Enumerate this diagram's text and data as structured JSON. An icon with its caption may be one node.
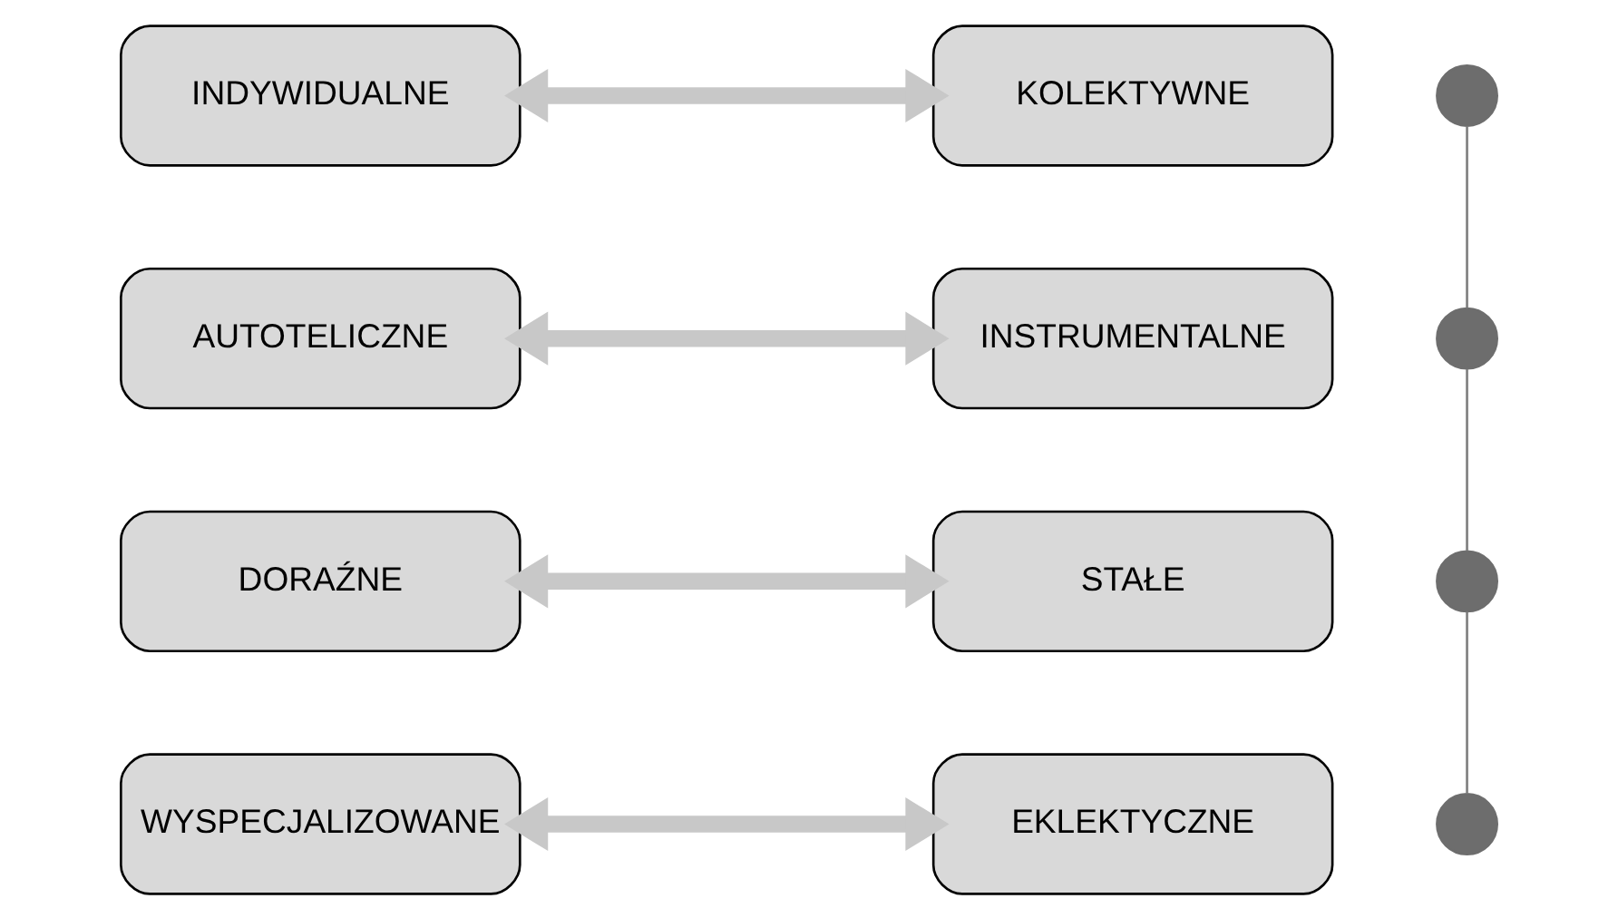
{
  "diagram": {
    "nodes": [
      {
        "text": [
          "INDYWIDUALNE"
        ]
      },
      {
        "text": [
          "KOLEKTYWNE"
        ]
      },
      {
        "text": [
          "AUTOTELICZNE"
        ]
      },
      {
        "text": [
          "INSTRUMENTALNE"
        ]
      },
      {
        "text": [
          "DORAŹNE"
        ]
      },
      {
        "text": [
          "STAŁE"
        ]
      },
      {
        "text": [
          "WYSPECJALIZOWANE"
        ]
      },
      {
        "text": [
          "EKLEKTYCZNE"
        ]
      },
      {
        "text": [],
        "shape": "circle"
      },
      {
        "text": [],
        "shape": "circle"
      },
      {
        "text": [],
        "shape": "circle"
      },
      {
        "text": [],
        "shape": "circle"
      }
    ],
    "edges": [
      {
        "from": 0,
        "to": 1,
        "arrow": "both",
        "color": "#c8c8c8"
      },
      {
        "from": 2,
        "to": 3,
        "arrow": "both",
        "color": "#c8c8c8"
      },
      {
        "from": 4,
        "to": 5,
        "arrow": "both",
        "color": "#c8c8c8"
      },
      {
        "from": 6,
        "to": 7,
        "arrow": "both",
        "color": "#c8c8c8"
      },
      {
        "from": 8,
        "to": 9,
        "arrow": "none",
        "color": "#7f7f7f"
      },
      {
        "from": 9,
        "to": 10,
        "arrow": "none",
        "color": "#7f7f7f"
      },
      {
        "from": 10,
        "to": 11,
        "arrow": "none",
        "color": "#7f7f7f"
      }
    ]
  }
}
